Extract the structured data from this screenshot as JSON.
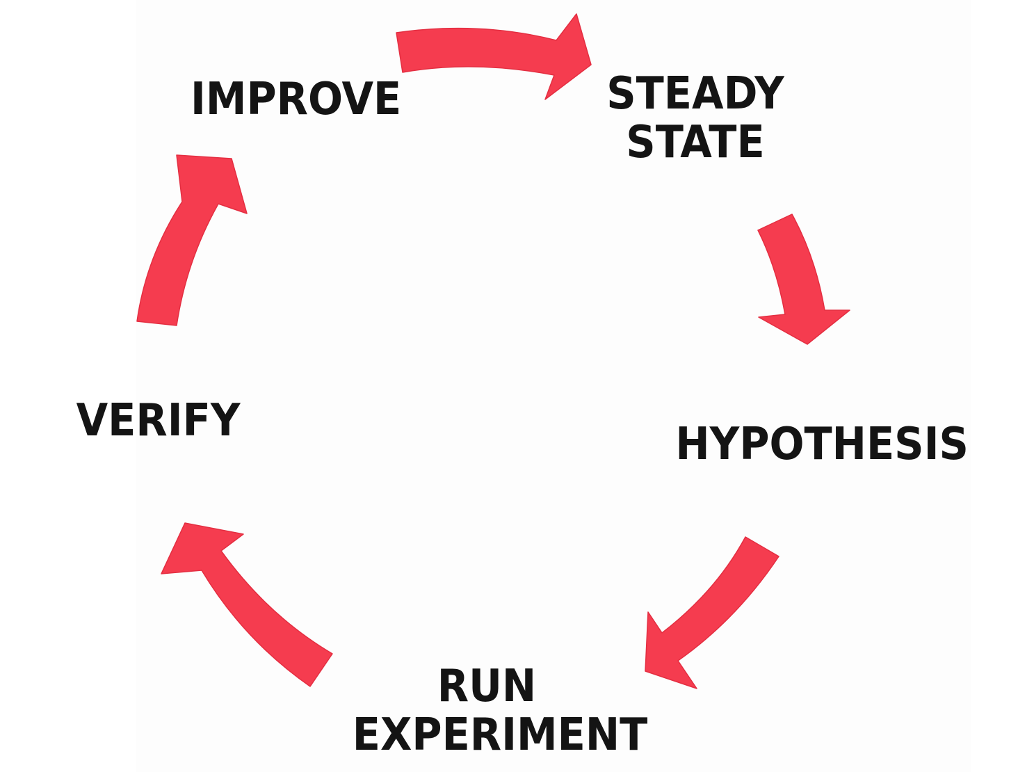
{
  "diagram": {
    "type": "cycle",
    "arrow_color": "#f53c4f",
    "text_color": "#141414",
    "steps": [
      {
        "id": "steady-state",
        "lines": [
          "STEADY",
          "STATE"
        ]
      },
      {
        "id": "hypothesis",
        "lines": [
          "HYPOTHESIS"
        ]
      },
      {
        "id": "run-experiment",
        "lines": [
          "RUN",
          "EXPERIMENT"
        ]
      },
      {
        "id": "verify",
        "lines": [
          "VERIFY"
        ]
      },
      {
        "id": "improve",
        "lines": [
          "IMPROVE"
        ]
      }
    ],
    "arrows": [
      {
        "from": "improve",
        "to": "steady-state"
      },
      {
        "from": "steady-state",
        "to": "hypothesis"
      },
      {
        "from": "hypothesis",
        "to": "run-experiment"
      },
      {
        "from": "run-experiment",
        "to": "verify"
      },
      {
        "from": "verify",
        "to": "improve"
      }
    ]
  }
}
